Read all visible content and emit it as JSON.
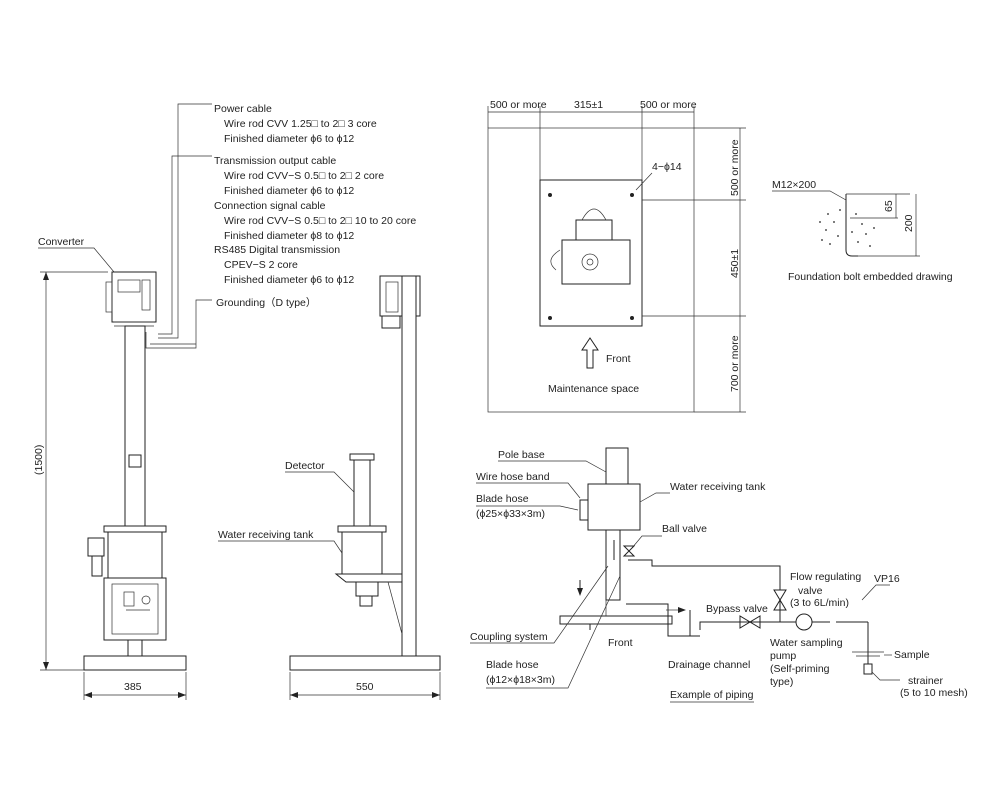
{
  "cable_notes": {
    "power": {
      "title": "Power cable",
      "line1": "Wire rod CVV 1.25□ to 2□ 3 core",
      "line2": "Finished diameter ϕ6 to ϕ12"
    },
    "transmission": {
      "title": "Transmission output cable",
      "line1": "Wire rod CVV−S 0.5□ to 2□ 2 core",
      "line2": "Finished diameter ϕ6 to ϕ12"
    },
    "connection": {
      "title": "Connection signal cable",
      "line1": "Wire rod CVV−S 0.5□ to 2□ 10 to 20 core",
      "line2": "Finished diameter ϕ8 to ϕ12"
    },
    "rs485": {
      "title": "RS485 Digital transmission",
      "line1": "CPEV−S 2 core",
      "line2": "Finished diameter ϕ6 to ϕ12"
    },
    "grounding": "Grounding（D type）"
  },
  "front_view": {
    "converter": "Converter",
    "height": "(1500)",
    "width": "385"
  },
  "side_view": {
    "detector": "Detector",
    "tank": "Water receiving tank",
    "width": "550"
  },
  "plan_view": {
    "left_space": "500 or more",
    "center_width": "315±1",
    "right_space": "500 or more",
    "top_space": "500 or more",
    "depth": "450±1",
    "bottom_space": "700 or more",
    "holes": "4−ϕ14",
    "front": "Front",
    "maintenance": "Maintenance space"
  },
  "bolt": {
    "label": "M12×200",
    "dim_65": "65",
    "dim_200": "200",
    "caption": "Foundation bolt embedded drawing"
  },
  "piping": {
    "pole_base": "Pole base",
    "wire_hose_band": "Wire hose band",
    "blade_hose_1": "Blade hose",
    "blade_hose_1_spec": "(ϕ25×ϕ33×3m)",
    "water_tank": "Water receiving tank",
    "ball_valve": "Ball valve",
    "flow_valve_1": "Flow regulating",
    "flow_valve_2": "valve",
    "flow_valve_3": "(3 to 6L/min)",
    "vp16": "VP16",
    "bypass": "Bypass valve",
    "pump_1": "Water sampling",
    "pump_2": "pump",
    "pump_3": "(Self-priming",
    "pump_4": "type)",
    "sample": "Sample",
    "strainer": "strainer",
    "strainer_spec": "(5 to 10 mesh)",
    "coupling": "Coupling system",
    "front": "Front",
    "drainage": "Drainage channel",
    "blade_hose_2": "Blade hose",
    "blade_hose_2_spec": "(ϕ12×ϕ18×3m)",
    "example": "Example of piping"
  }
}
